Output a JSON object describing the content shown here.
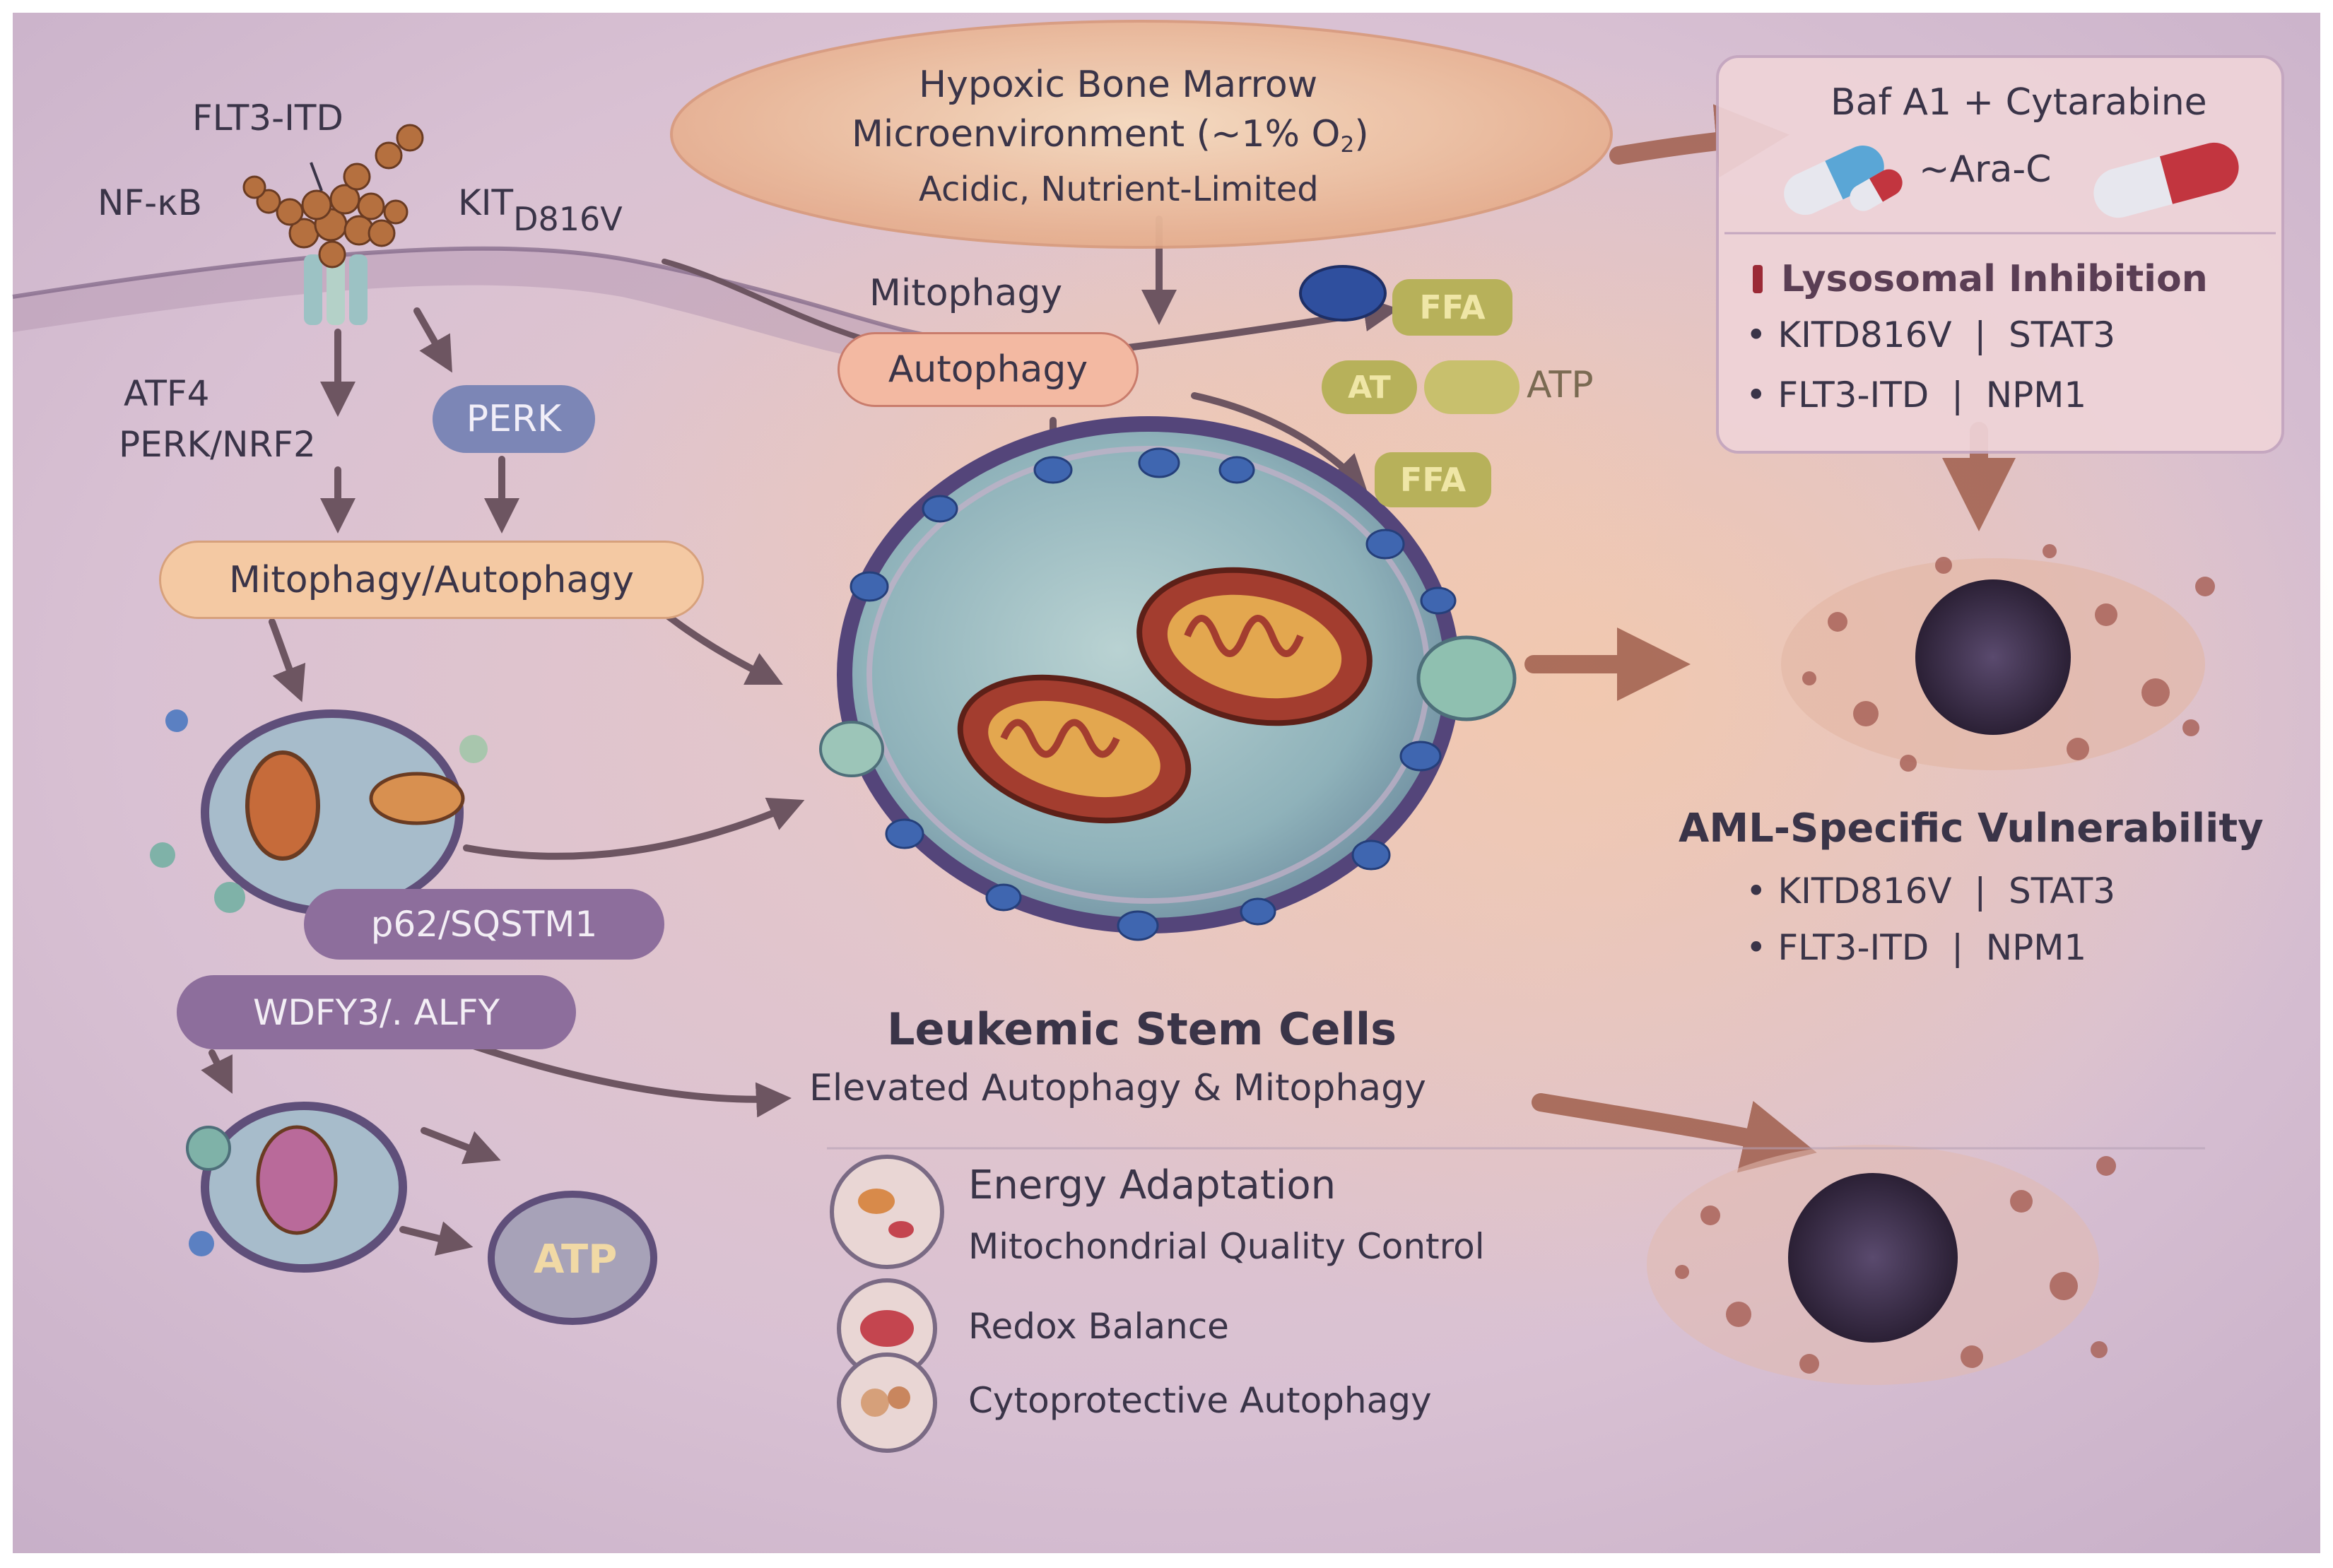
{
  "colors": {
    "background": "#d8c3d2",
    "warm_glow": "#f2c3a4",
    "pill_orange": "#f4c9a3",
    "pill_purple": "#8d6e9c",
    "pill_blue": "#7c86b6",
    "arrow": "#6d5561",
    "text_dark": "#3a3448",
    "lyso_marker": "#9b2a36"
  },
  "receptor": {
    "flt3": "FLT3-ITD",
    "nfkb": "NF-κB",
    "kit_main": "KIT",
    "kit_sub": "D816V"
  },
  "left_pathway": {
    "atf4": "ATF4",
    "perk_nrf2": "PERK/NRF2",
    "perk": "PERK",
    "mito_auto": "Mitophagy/Autophagy",
    "p62": "p62/SQSTM1",
    "wdfy3": "WDFY3/. ALFY",
    "atp_vesicle": "ATP"
  },
  "hypoxic": {
    "line1": "Hypoxic Bone Marrow",
    "line2_pre": "Microenvironment (~1% O",
    "line2_sub": "2",
    "line2_post": ")",
    "line3": "Acidic, Nutrient-Limited"
  },
  "center": {
    "mitophagy": "Mitophagy",
    "autophagy": "Autophagy",
    "ffa_top": "FFA",
    "at_label": "AT",
    "atp": "ATP",
    "ffa_bottom": "FFA"
  },
  "drug_box": {
    "title": "Baf A1 + Cytarabine",
    "ara_c": "~Ara-C",
    "lyso": "Lysosomal Inhibition",
    "bullet1_a": "KITD816V",
    "bullet1_b": "STAT3",
    "bullet2_a": "FLT3-ITD",
    "bullet2_b": "NPM1"
  },
  "vulnerability": {
    "title": "AML-Specific Vulnerability",
    "b1_a": "KITD816V",
    "b1_b": "STAT3",
    "b2_a": "FLT3-ITD",
    "b2_b": "NPM1"
  },
  "lsc": {
    "title": "Leukemic Stem Cells",
    "subtitle": "Elevated Autophagy & Mitophagy"
  },
  "features": [
    {
      "title": "Energy Adaptation",
      "subtitle": "Mitochondrial Quality Control",
      "icon": "mitochondria-icon"
    },
    {
      "title": "Redox Balance",
      "icon": "redox-icon"
    },
    {
      "title": "Cytoprotective Autophagy",
      "icon": "autophagy-icon"
    }
  ]
}
